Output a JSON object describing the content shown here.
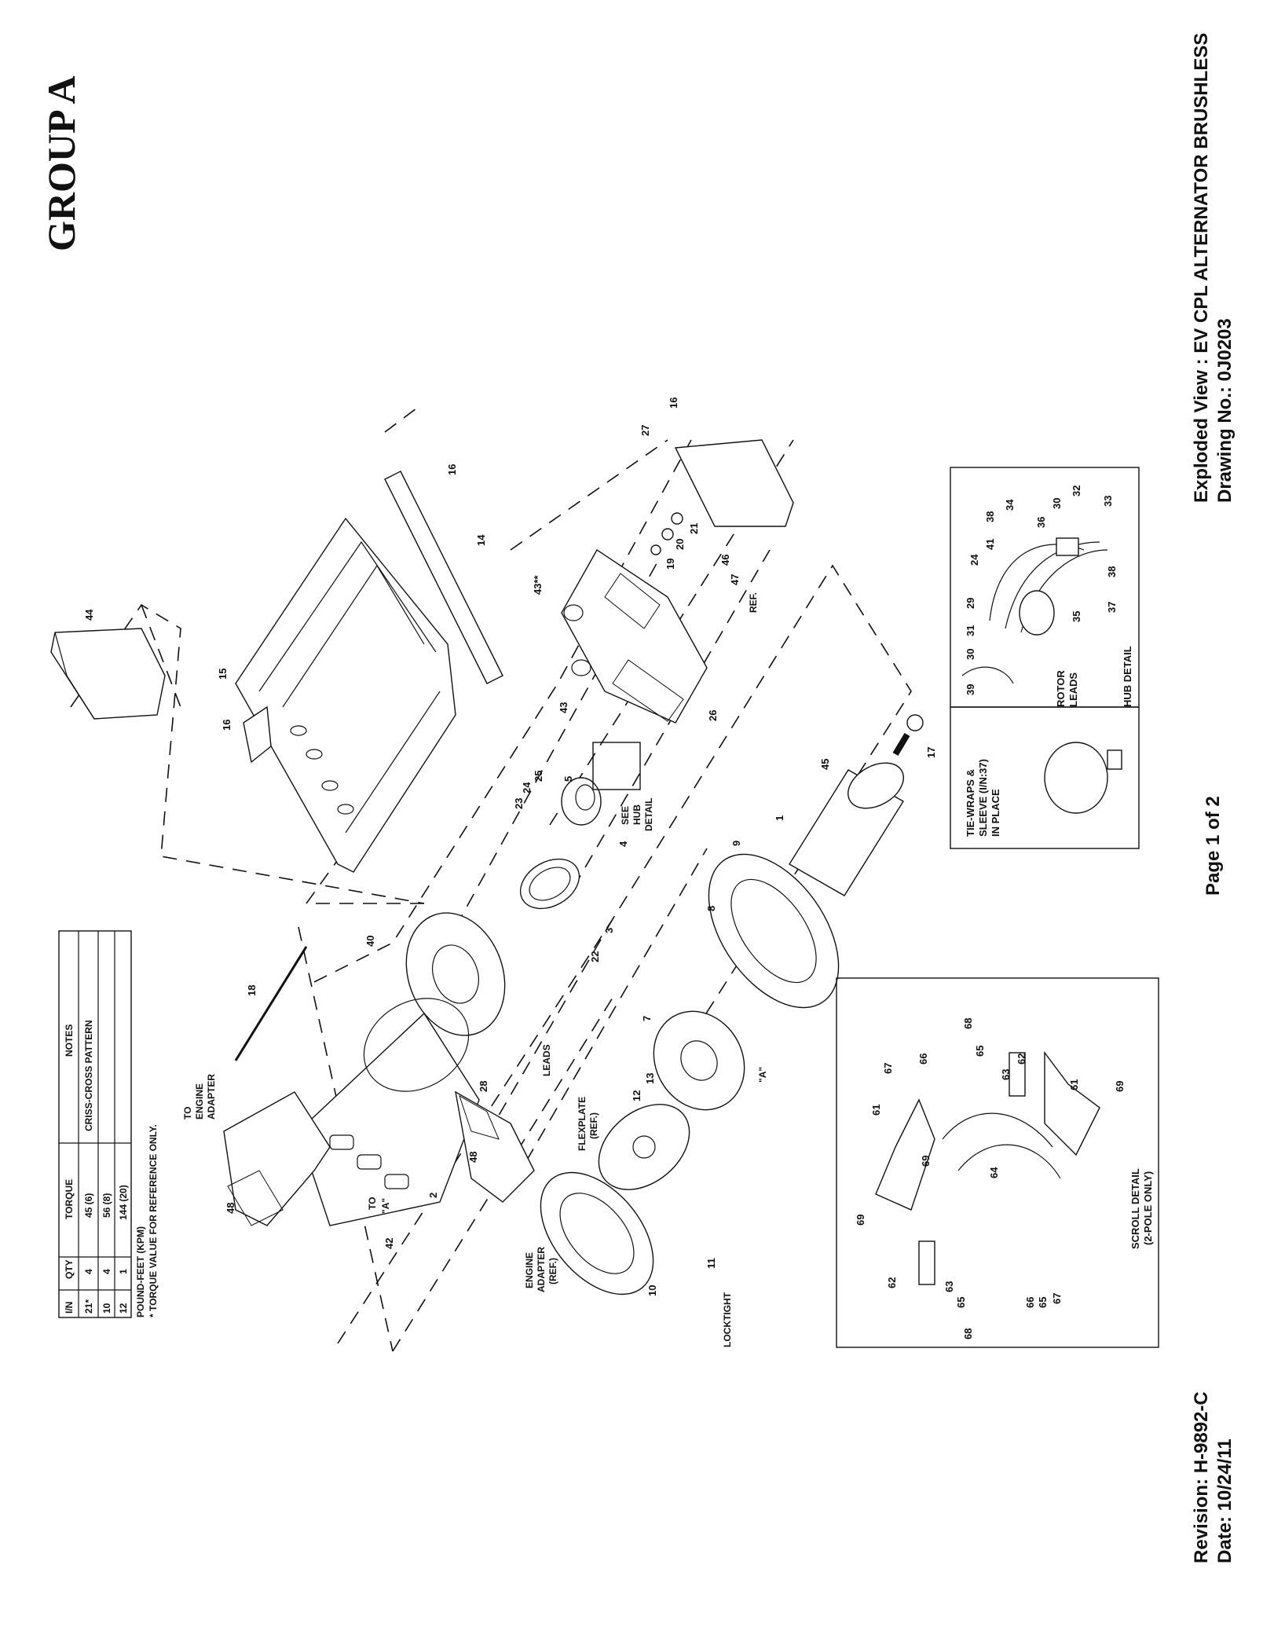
{
  "header": {
    "group_title": "GROUP A",
    "title_line1": "Exploded View : EV CPL ALTERNATOR BRUSHLESS",
    "title_line2": "Drawing No.: 0J0203",
    "page": "Page 1 of 2",
    "revision": "Revision: H-9892-C",
    "date": "Date: 10/24/11"
  },
  "torque_table": {
    "columns": [
      "I/N",
      "QTY",
      "TORQUE",
      "NOTES"
    ],
    "rows": [
      [
        "21*",
        "4",
        "45 (6)",
        "CRISS-CROSS PATTERN"
      ],
      [
        "10",
        "4",
        "56 (8)",
        ""
      ],
      [
        "12",
        "1",
        "144 (20)",
        ""
      ]
    ],
    "footnote1": "POUND-FEET (KPM)",
    "footnote2": "* TORQUE VALUE FOR REFERENCE ONLY."
  },
  "labels": {
    "to_engine_adapter": [
      "TO",
      "ENGINE",
      "ADAPTER"
    ],
    "to_a": [
      "TO",
      "\"A\""
    ],
    "leads": "LEADS",
    "flexplate": [
      "FLEXPLATE",
      "(REF.)"
    ],
    "engine_adapter": [
      "ENGINE",
      "ADAPTER",
      "(REF.)"
    ],
    "locktight": "LOCKTIGHT",
    "a_marker": "\"A\"",
    "see_hub_detail": [
      "SEE",
      "HUB",
      "DETAIL"
    ],
    "ref": "REF.",
    "tie_wraps": [
      "TIE-WRAPS &",
      "SLEEVE (I/N:37)",
      "IN PLACE"
    ],
    "rotor_leads": [
      "ROTOR",
      "LEADS"
    ],
    "hub_detail": "HUB DETAIL",
    "scroll_detail": [
      "SCROLL DETAIL",
      "(2-POLE ONLY)"
    ]
  },
  "callouts": {
    "main": [
      "44",
      "15",
      "16",
      "14",
      "16",
      "27",
      "16",
      "43**",
      "21",
      "20",
      "19",
      "43",
      "26",
      "46",
      "47",
      "5",
      "25",
      "24",
      "23",
      "4",
      "22",
      "3",
      "40",
      "18",
      "28",
      "2",
      "48",
      "48",
      "42",
      "1",
      "45",
      "17",
      "9",
      "8",
      "7",
      "13",
      "12",
      "11",
      "10"
    ],
    "hub": [
      "24",
      "41",
      "38",
      "34",
      "36",
      "30",
      "32",
      "33",
      "29",
      "31",
      "30",
      "35",
      "37",
      "38",
      "39"
    ],
    "scroll": [
      "68",
      "65",
      "66",
      "67",
      "63",
      "62",
      "61",
      "61",
      "69",
      "64",
      "69",
      "69",
      "62",
      "63",
      "65",
      "66",
      "65",
      "67",
      "68"
    ]
  }
}
